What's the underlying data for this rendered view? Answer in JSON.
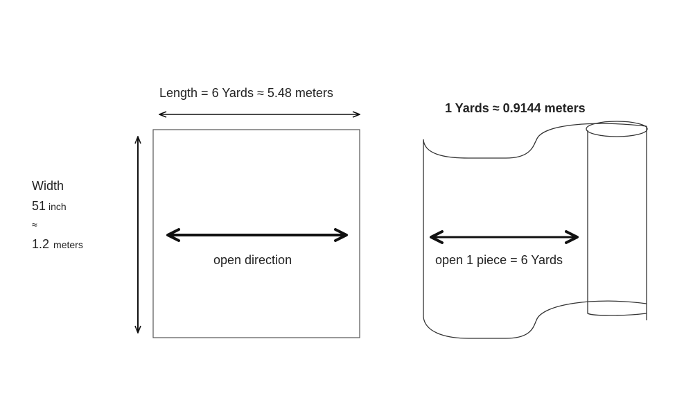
{
  "labels": {
    "length": "Length = 6 Yards  ≈  5.48  meters",
    "yard_ratio": "1 Yards ≈ 0.9144 meters",
    "width_title": "Width",
    "width_inch_value": "51",
    "width_inch_unit": "inch",
    "width_approx": "≈",
    "width_meter_value": "1.2",
    "width_meter_unit": "meters",
    "open_direction": "open direction",
    "open_piece": "open 1 piece =  6 Yards"
  },
  "colors": {
    "line": "#555555",
    "arrow": "#111111",
    "text": "#222222"
  }
}
